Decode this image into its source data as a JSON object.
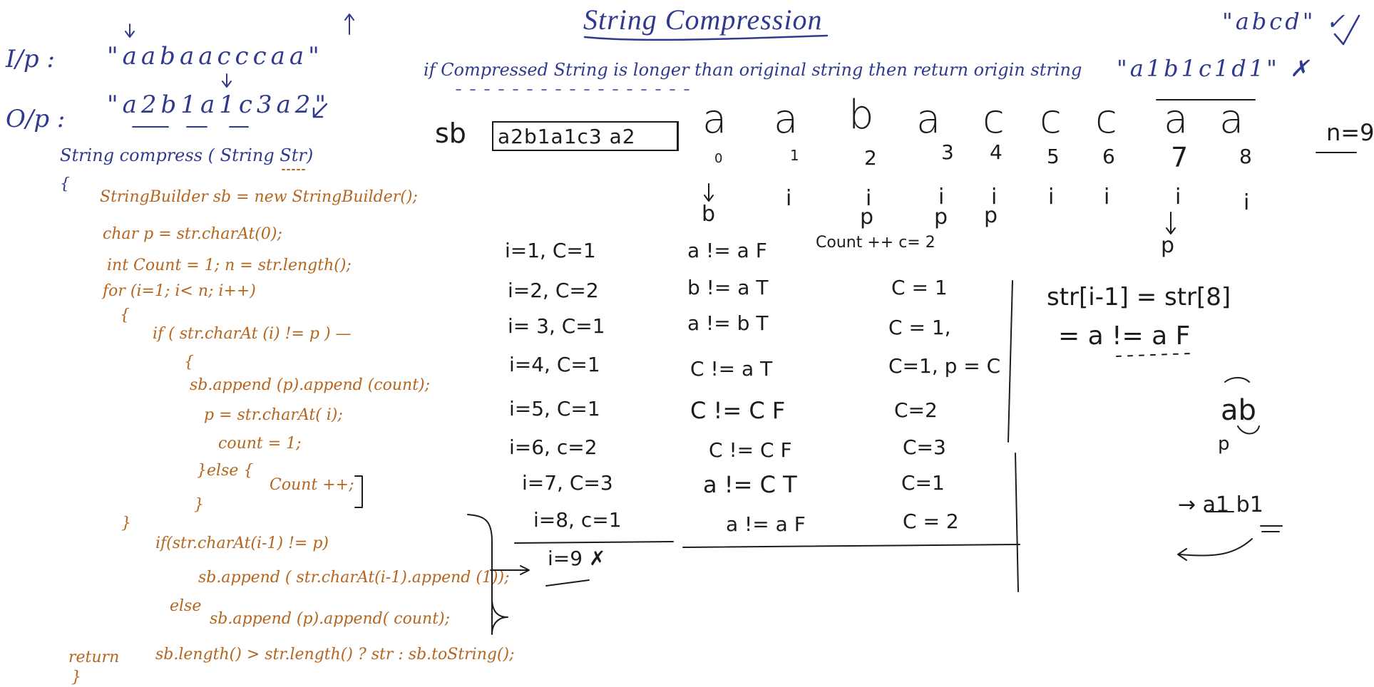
{
  "board": {
    "title": "String Compression",
    "colors": {
      "blue_ink": "#2f3a8f",
      "orange_ink": "#b5651d",
      "black_ink": "#1c1c1c",
      "background": "#ffffff"
    }
  },
  "io": {
    "input_label": "I/p :",
    "input_value": "\"aabaacccaa\"",
    "output_label": "O/p :",
    "output_value": "\"a2b1a1c3a2\"",
    "rule": "if Compressed String is longer than original string then return origin string",
    "example_1": "\"abcd\" ✓",
    "example_2": "\"a1b1c1d1\" ✗"
  },
  "code": [
    "String compress ( String Str)",
    "{",
    "StringBuilder sb = new StringBuilder();",
    "char p = str.charAt(0);",
    "int Count = 1;   n = str.length();",
    "for (i=1; i< n; i++)",
    "{",
    "if ( str.charAt (i) != p ) —",
    "{",
    "sb.append (p).append (count);",
    "p = str.charAt( i);",
    "count = 1;",
    "}else {",
    "Count ++;",
    "}",
    "}",
    "if(str.charAt(i-1) != p)",
    "sb.append ( str.charAt(i-1).append (1));",
    "else",
    "sb.append (p).append( count);",
    "return",
    "sb.length() > str.length() ? str : sb.toString();",
    "}"
  ],
  "trace": {
    "sb_label": "sb",
    "sb_value": "a2b1a1c3 a2",
    "chars": [
      "a",
      "a",
      "b",
      "a",
      "c",
      "c",
      "c",
      "a",
      "a"
    ],
    "indices": [
      "0",
      "1",
      "2",
      "3",
      "4",
      "5",
      "6",
      "7",
      "8"
    ],
    "n_label": "n=9",
    "i_markers": [
      "i",
      "i",
      "i",
      "i",
      "i",
      "i",
      "i",
      "i"
    ],
    "p_markers": [
      "b",
      "p",
      "p",
      "p",
      "p"
    ],
    "rows": [
      {
        "state": "i=1, C=1",
        "compare": "a != a F",
        "result": "Count ++    c= 2"
      },
      {
        "state": "i=2, C=2",
        "compare": "b != a T",
        "result": "C = 1"
      },
      {
        "state": "i= 3, C=1",
        "compare": "a != b T",
        "result": "C = 1,"
      },
      {
        "state": "i=4, C=1",
        "compare": "C != a T",
        "result": "C=1, p = C"
      },
      {
        "state": "i=5, C=1",
        "compare": "C != C F",
        "result": "C=2"
      },
      {
        "state": "i=6, c=2",
        "compare": "C != C F",
        "result": "C=3"
      },
      {
        "state": "i=7, C=3",
        "compare": "a != C T",
        "result": "C=1"
      },
      {
        "state": "i=8, c=1",
        "compare": "a != a F",
        "result": "C = 2"
      }
    ],
    "final_row": "i=9 ✗"
  },
  "side": {
    "check": "str[i-1] = str[8]",
    "check_result": "= a != a F",
    "pair": "ab",
    "pair_pointer": "p",
    "result": "→ a1 b1"
  }
}
